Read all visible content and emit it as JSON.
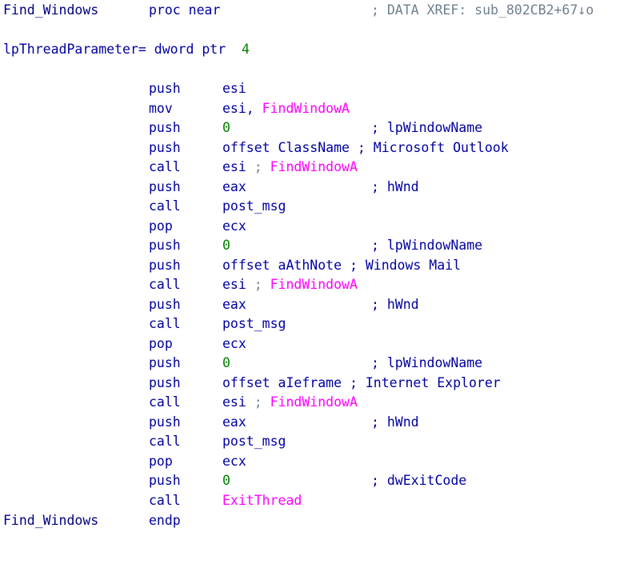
{
  "header": {
    "func_name": "Find_Windows",
    "proc_kw": "proc near",
    "xref": "; DATA XREF: sub_802CB2+67↓o"
  },
  "param": {
    "name": "lpThreadParameter",
    "decl": "= dword ptr",
    "offset": "4"
  },
  "instructions": [
    {
      "mnem": "push",
      "op": "esi",
      "op_type": "reg",
      "comment": ""
    },
    {
      "mnem": "mov",
      "op": "esi, ",
      "op2": "FindWindowA",
      "op_type": "reg+import",
      "comment": ""
    },
    {
      "mnem": "push",
      "op": "0",
      "op_type": "num",
      "comment": "; lpWindowName"
    },
    {
      "mnem": "push",
      "op": "offset ClassName",
      "op_type": "reg",
      "comment": "; Microsoft Outlook",
      "comment_inline": true
    },
    {
      "mnem": "call",
      "op": "esi",
      "op_sep": " ; ",
      "op2": "FindWindowA",
      "op_type": "call-import",
      "comment": ""
    },
    {
      "mnem": "push",
      "op": "eax",
      "op_type": "reg",
      "comment": "; hWnd"
    },
    {
      "mnem": "call",
      "op": "post_msg",
      "op_type": "reg",
      "comment": ""
    },
    {
      "mnem": "pop",
      "op": "ecx",
      "op_type": "reg",
      "comment": ""
    },
    {
      "mnem": "push",
      "op": "0",
      "op_type": "num",
      "comment": "; lpWindowName"
    },
    {
      "mnem": "push",
      "op": "offset aAthNote",
      "op_type": "reg",
      "comment": "; Windows Mail",
      "comment_inline": true
    },
    {
      "mnem": "call",
      "op": "esi",
      "op_sep": " ; ",
      "op2": "FindWindowA",
      "op_type": "call-import",
      "comment": ""
    },
    {
      "mnem": "push",
      "op": "eax",
      "op_type": "reg",
      "comment": "; hWnd"
    },
    {
      "mnem": "call",
      "op": "post_msg",
      "op_type": "reg",
      "comment": ""
    },
    {
      "mnem": "pop",
      "op": "ecx",
      "op_type": "reg",
      "comment": ""
    },
    {
      "mnem": "push",
      "op": "0",
      "op_type": "num",
      "comment": "; lpWindowName"
    },
    {
      "mnem": "push",
      "op": "offset aIeframe",
      "op_type": "reg",
      "comment": "; Internet Explorer",
      "comment_inline": true
    },
    {
      "mnem": "call",
      "op": "esi",
      "op_sep": " ; ",
      "op2": "FindWindowA",
      "op_type": "call-import",
      "comment": ""
    },
    {
      "mnem": "push",
      "op": "eax",
      "op_type": "reg",
      "comment": "; hWnd"
    },
    {
      "mnem": "call",
      "op": "post_msg",
      "op_type": "reg",
      "comment": ""
    },
    {
      "mnem": "pop",
      "op": "ecx",
      "op_type": "reg",
      "comment": ""
    },
    {
      "mnem": "push",
      "op": "0",
      "op_type": "num",
      "comment": "; dwExitCode"
    },
    {
      "mnem": "call",
      "op": "ExitThread",
      "op_type": "import",
      "comment": ""
    }
  ],
  "footer": {
    "func_name": "Find_Windows",
    "endp_kw": "endp"
  },
  "colors": {
    "text": "#0000a0",
    "number": "#008000",
    "import": "#ff00ff",
    "separator": "#6f7f8f",
    "background": "#ffffff"
  }
}
